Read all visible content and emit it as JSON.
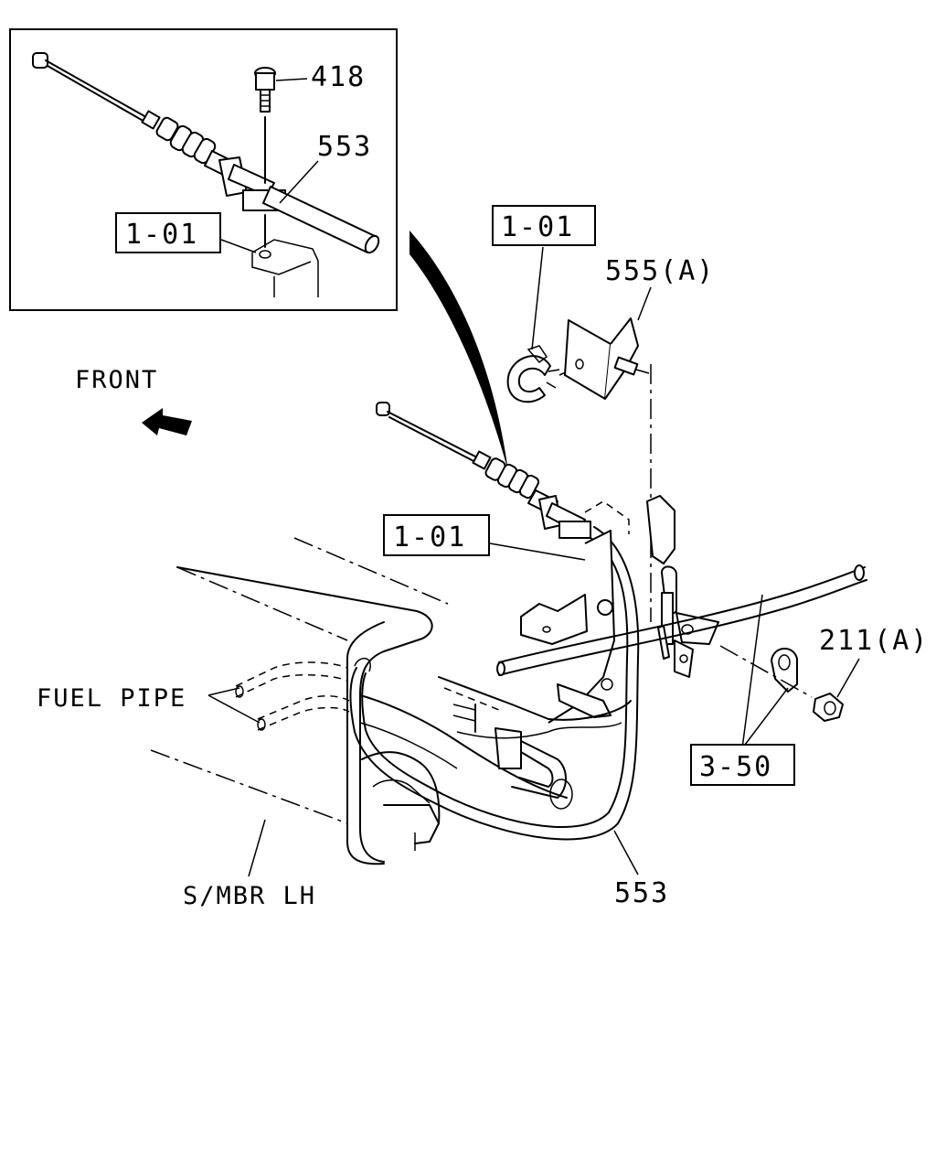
{
  "inset": {
    "part_418": "418",
    "part_553": "553",
    "ref_box": "1-01"
  },
  "main": {
    "front_label": "FRONT",
    "ref_box_top": "1-01",
    "part_555a": "555(A)",
    "ref_box_mid": "1-01",
    "part_211a": "211(A)",
    "ref_box_350": "3-50",
    "fuel_pipe_label": "FUEL PIPE",
    "smbr_label": "S/MBR LH",
    "part_553_bottom": "553"
  }
}
